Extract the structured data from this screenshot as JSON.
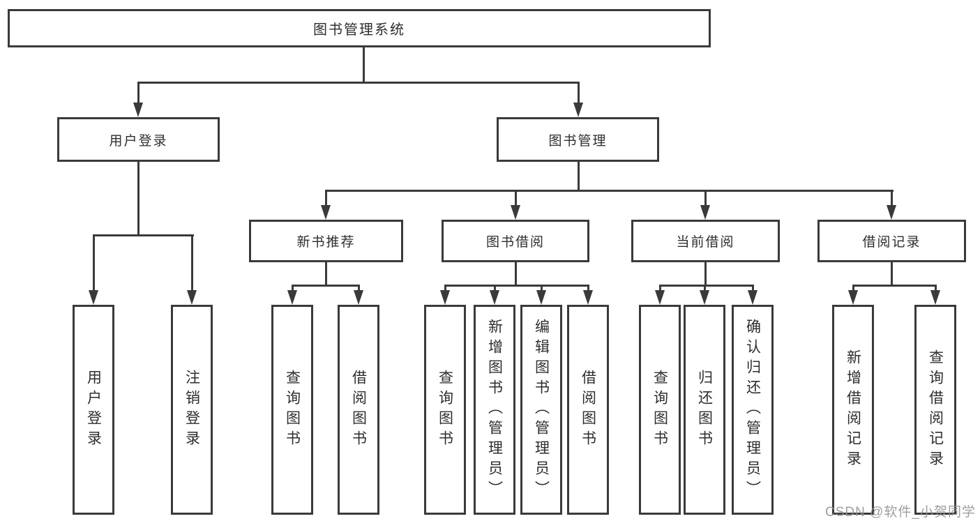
{
  "diagram": {
    "root": {
      "label": "图书管理系统"
    },
    "branches": [
      {
        "label": "用户登录",
        "children": [
          {
            "label": "用户登录"
          },
          {
            "label": "注销登录"
          }
        ]
      },
      {
        "label": "图书管理",
        "children": [
          {
            "label": "新书推荐",
            "children": [
              {
                "label": "查询图书"
              },
              {
                "label": "借阅图书"
              }
            ]
          },
          {
            "label": "图书借阅",
            "children": [
              {
                "label": "查询图书"
              },
              {
                "label": "新增图书（管理员）"
              },
              {
                "label": "编辑图书（管理员）"
              },
              {
                "label": "借阅图书"
              }
            ]
          },
          {
            "label": "当前借阅",
            "children": [
              {
                "label": "查询图书"
              },
              {
                "label": "归还图书"
              },
              {
                "label": "确认归还（管理员）"
              }
            ]
          },
          {
            "label": "借阅记录",
            "children": [
              {
                "label": "新增借阅记录"
              },
              {
                "label": "查询借阅记录"
              }
            ]
          }
        ]
      }
    ],
    "watermark": "CSDN @软件_小贺同学",
    "colors": {
      "line": "#3a3a3a",
      "text": "#2e2e2e",
      "watermark": "#919191",
      "background": "#ffffff"
    }
  }
}
